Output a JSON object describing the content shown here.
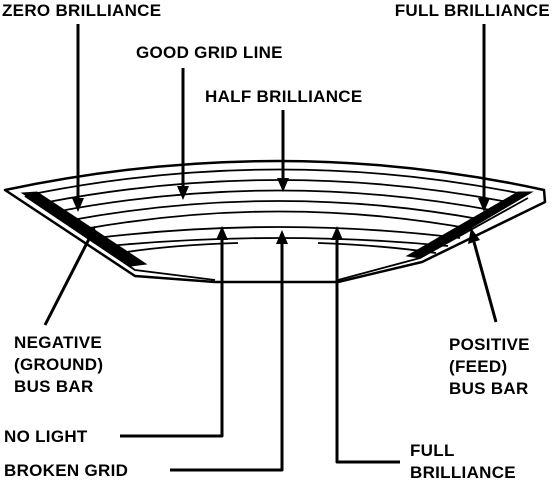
{
  "labels": {
    "zero_brilliance": "ZERO BRILLIANCE",
    "full_brilliance_top": "FULL BRILLIANCE",
    "good_grid_line": "GOOD GRID LINE",
    "half_brilliance": "HALF BRILLIANCE",
    "negative_bus_bar": [
      "NEGATIVE",
      "(GROUND)",
      "BUS BAR"
    ],
    "positive_bus_bar": [
      "POSITIVE",
      "(FEED)",
      "BUS BAR"
    ],
    "no_light": "NO LIGHT",
    "broken_grid": "BROKEN GRID",
    "full_brilliance_bottom": [
      "FULL",
      "BRILLIANCE"
    ]
  },
  "colors": {
    "ink": "#000000",
    "paper": "#ffffff"
  }
}
